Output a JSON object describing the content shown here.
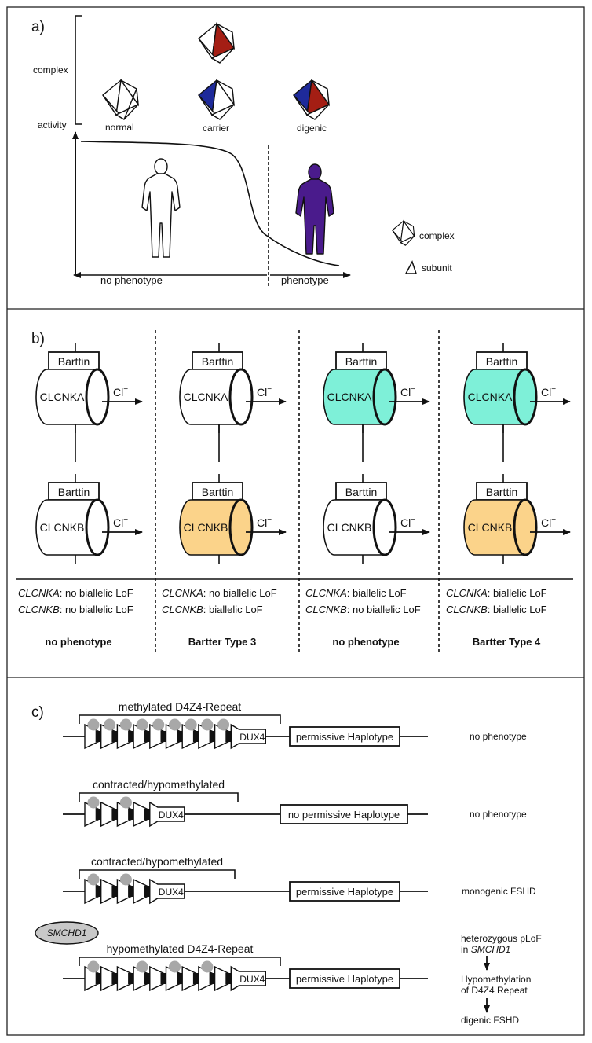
{
  "panel_a": {
    "label": "a)",
    "y_labels": {
      "complex": "complex",
      "activity": "activity"
    },
    "states": [
      "normal",
      "carrier",
      "digenic"
    ],
    "x_labels": {
      "left": "no phenotype",
      "right": "phenotype"
    },
    "legend": {
      "complex": "complex",
      "subunit": "subunit"
    },
    "colors": {
      "red": "#a41e14",
      "blue": "#1e2a9a",
      "purple": "#4a1b8c"
    }
  },
  "panel_b": {
    "label": "b)",
    "barttin": "Barttin",
    "chloride": "Cl",
    "chloride_sup": "−",
    "columns": [
      {
        "a_label": "CLCNKA",
        "b_label": "CLCNKB",
        "a_gene": "CLCNKA",
        "a_status": ": no biallelic LoF",
        "b_gene": "CLCNKB",
        "b_status": ": no biallelic LoF",
        "outcome": "no phenotype",
        "a_color": "#ffffff",
        "b_color": "#ffffff"
      },
      {
        "a_label": "CLCNKA",
        "b_label": "CLCNKB",
        "a_gene": "CLCNKA",
        "a_status": ": no biallelic LoF",
        "b_gene": "CLCNKB",
        "b_status": ": biallelic LoF",
        "outcome": "Bartter Type 3",
        "a_color": "#ffffff",
        "b_color": "#fbd38a"
      },
      {
        "a_label": "CLCNKA",
        "b_label": "CLCNKB",
        "a_gene": "CLCNKA",
        "a_status": ": biallelic LoF",
        "b_gene": "CLCNKB",
        "b_status": ": no biallelic LoF",
        "outcome": "no phenotype",
        "a_color": "#7ef0d8",
        "b_color": "#ffffff"
      },
      {
        "a_label": "CLCNKA",
        "b_label": "CLCNKB",
        "a_gene": "CLCNKA",
        "a_status": ": biallelic LoF",
        "b_gene": "CLCNKB",
        "b_status": ": biallelic LoF",
        "outcome": "Bartter Type 4",
        "a_color": "#7ef0d8",
        "b_color": "#fbd38a"
      }
    ]
  },
  "panel_c": {
    "label": "c)",
    "dux4": "DUX4",
    "rows": [
      {
        "bracket": "methylated D4Z4-Repeat",
        "haplotype": "permissive Haplotype",
        "outcome": "no phenotype"
      },
      {
        "bracket": "contracted/hypomethylated",
        "haplotype": "no permissive Haplotype",
        "outcome": "no phenotype"
      },
      {
        "bracket": "contracted/hypomethylated",
        "haplotype": "permissive Haplotype",
        "outcome": "monogenic FSHD"
      },
      {
        "bracket": "hypomethylated D4Z4-Repeat",
        "haplotype": "permissive Haplotype"
      }
    ],
    "smchd1": "SMCHD1",
    "cascade": {
      "line1": "heterozygous pLoF",
      "line2_prefix": "in ",
      "line2_gene": "SMCHD1",
      "line3": "Hypomethylation",
      "line4": "of D4Z4 Repeat",
      "line5": "digenic FSHD"
    },
    "colors": {
      "dot": "#a8a8a8",
      "smchd1_fill": "#c8c8c8"
    }
  }
}
